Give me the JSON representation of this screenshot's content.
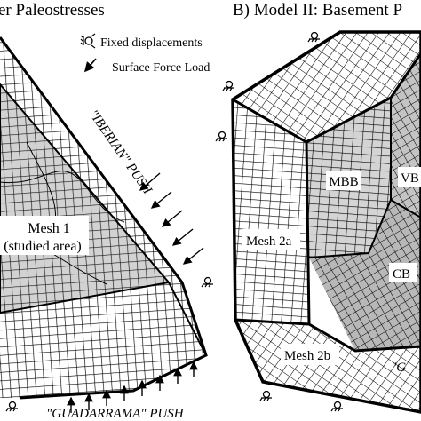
{
  "panel_a": {
    "title": "er Paleostresses",
    "push_north": "\"IBERIAN\" PUSH",
    "push_south": "\"GUADARRAMA\" PUSH",
    "mesh_label_1": "Mesh 1",
    "mesh_label_2": "(studied area)"
  },
  "panel_b": {
    "title": "B) Model II: Basement P",
    "label_mbb": "MBB",
    "label_vb": "VB",
    "label_cb": "CB",
    "label_mesh2a": "Mesh 2a",
    "label_mesh2b": "Mesh 2b",
    "label_bottom_quote": "\"G"
  },
  "legend": {
    "fixed": "Fixed displacements",
    "load": "Surface Force Load",
    "fixed_icon": "fixed-support-icon",
    "load_icon": "force-arrow-icon"
  },
  "colors": {
    "studied_area": "#d2d2d2",
    "basin_fill": "#bcbcbc",
    "mesh_line": "#000000",
    "background": "#ffffff"
  }
}
